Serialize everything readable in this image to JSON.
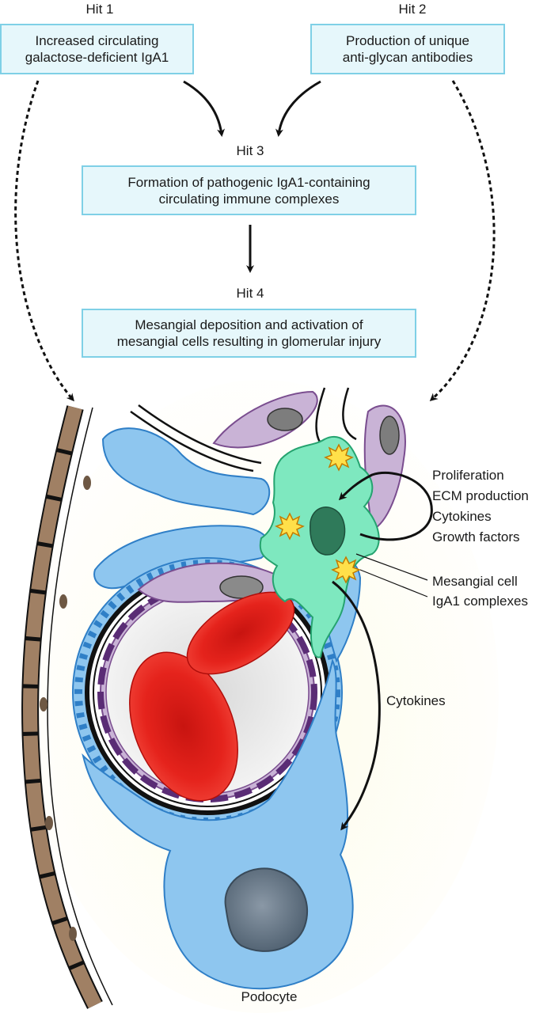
{
  "hits": {
    "hit1": "Hit 1",
    "hit2": "Hit 2",
    "hit3": "Hit 3",
    "hit4": "Hit 4"
  },
  "boxes": {
    "hit1": {
      "line1": "Increased circulating",
      "line2": "galactose-deficient IgA1"
    },
    "hit2": {
      "line1": "Production of unique",
      "line2": "anti-glycan antibodies"
    },
    "hit3": {
      "line1": "Formation of pathogenic IgA1-containing",
      "line2": "circulating immune complexes"
    },
    "hit4": {
      "line1": "Mesangial deposition and activation of",
      "line2": "mesangial cells resulting in glomerular injury"
    }
  },
  "labels": {
    "effects": [
      "Proliferation",
      "ECM production",
      "Cytokines",
      "Growth factors"
    ],
    "mesangial_cell": "Mesangial cell",
    "iga1_complexes": "IgA1 complexes",
    "cytokines": "Cytokines",
    "podocyte": "Podocyte"
  },
  "colors": {
    "box_fill": "#e6f7fb",
    "box_border": "#7fd0e6",
    "podocyte": "#8ec6ef",
    "mesangial": "#7ee8bf",
    "red_cell": "#e52b24",
    "endothelial": "#c9b3d6",
    "bowman_capsule": "#a08064",
    "background_tint": "#fdfbe6"
  }
}
